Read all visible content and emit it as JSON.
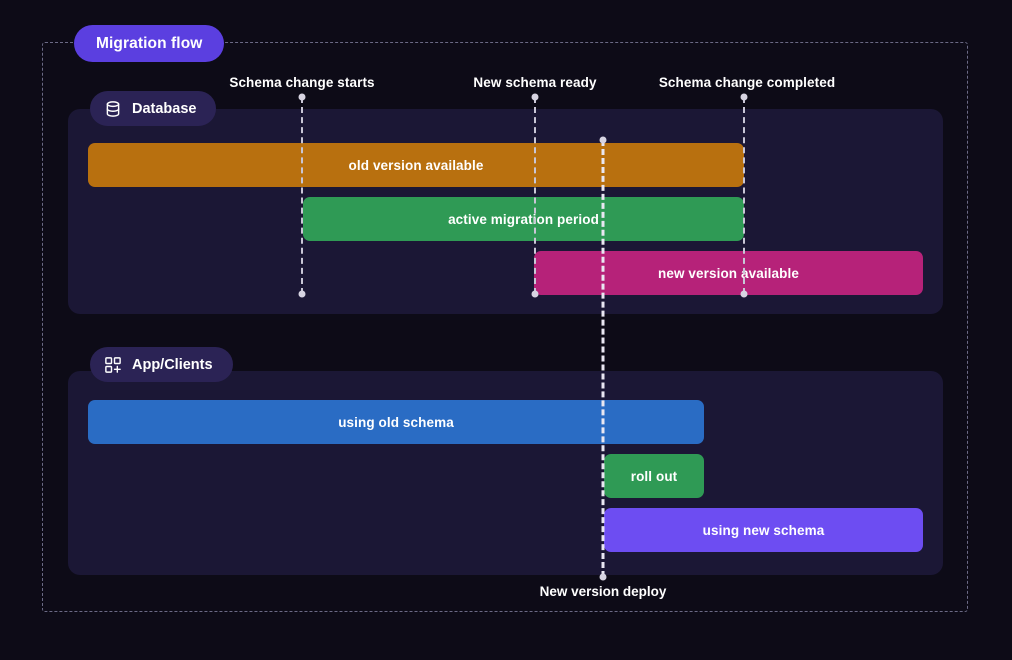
{
  "title_badge": {
    "label": "Migration flow"
  },
  "lanes": [
    {
      "key": "database",
      "label": "Database",
      "icon": "database-icon"
    },
    {
      "key": "app",
      "label": "App/Clients",
      "icon": "app-grid-plus-icon"
    }
  ],
  "milestones": [
    {
      "key": "schema-change-starts",
      "label": "Schema change starts"
    },
    {
      "key": "new-schema-ready",
      "label": "New schema ready"
    },
    {
      "key": "schema-change-completed",
      "label": "Schema change completed"
    },
    {
      "key": "new-version-deploy",
      "label": "New version deploy"
    }
  ],
  "bars": {
    "old_version_available": "old version available",
    "active_migration_period": "active migration period",
    "new_version_available": "new version available",
    "using_old_schema": "using old schema",
    "roll_out": "roll out",
    "using_new_schema": "using new schema"
  },
  "colors": {
    "page_background": "#0d0b17",
    "panel_background": "#1b1735",
    "title_badge": "#5b3fe0",
    "lane_badge": "#2b2355",
    "old_version_available": "#b8700f",
    "active_migration_period": "#2f9a55",
    "new_version_available": "#b62279",
    "using_old_schema": "#2a6cc4",
    "roll_out": "#2f9a55",
    "using_new_schema": "#6d4df2",
    "milestone_line": "#c9c6d6",
    "deploy_line": "#e9e7f2",
    "frame_border": "#6b6a85"
  }
}
